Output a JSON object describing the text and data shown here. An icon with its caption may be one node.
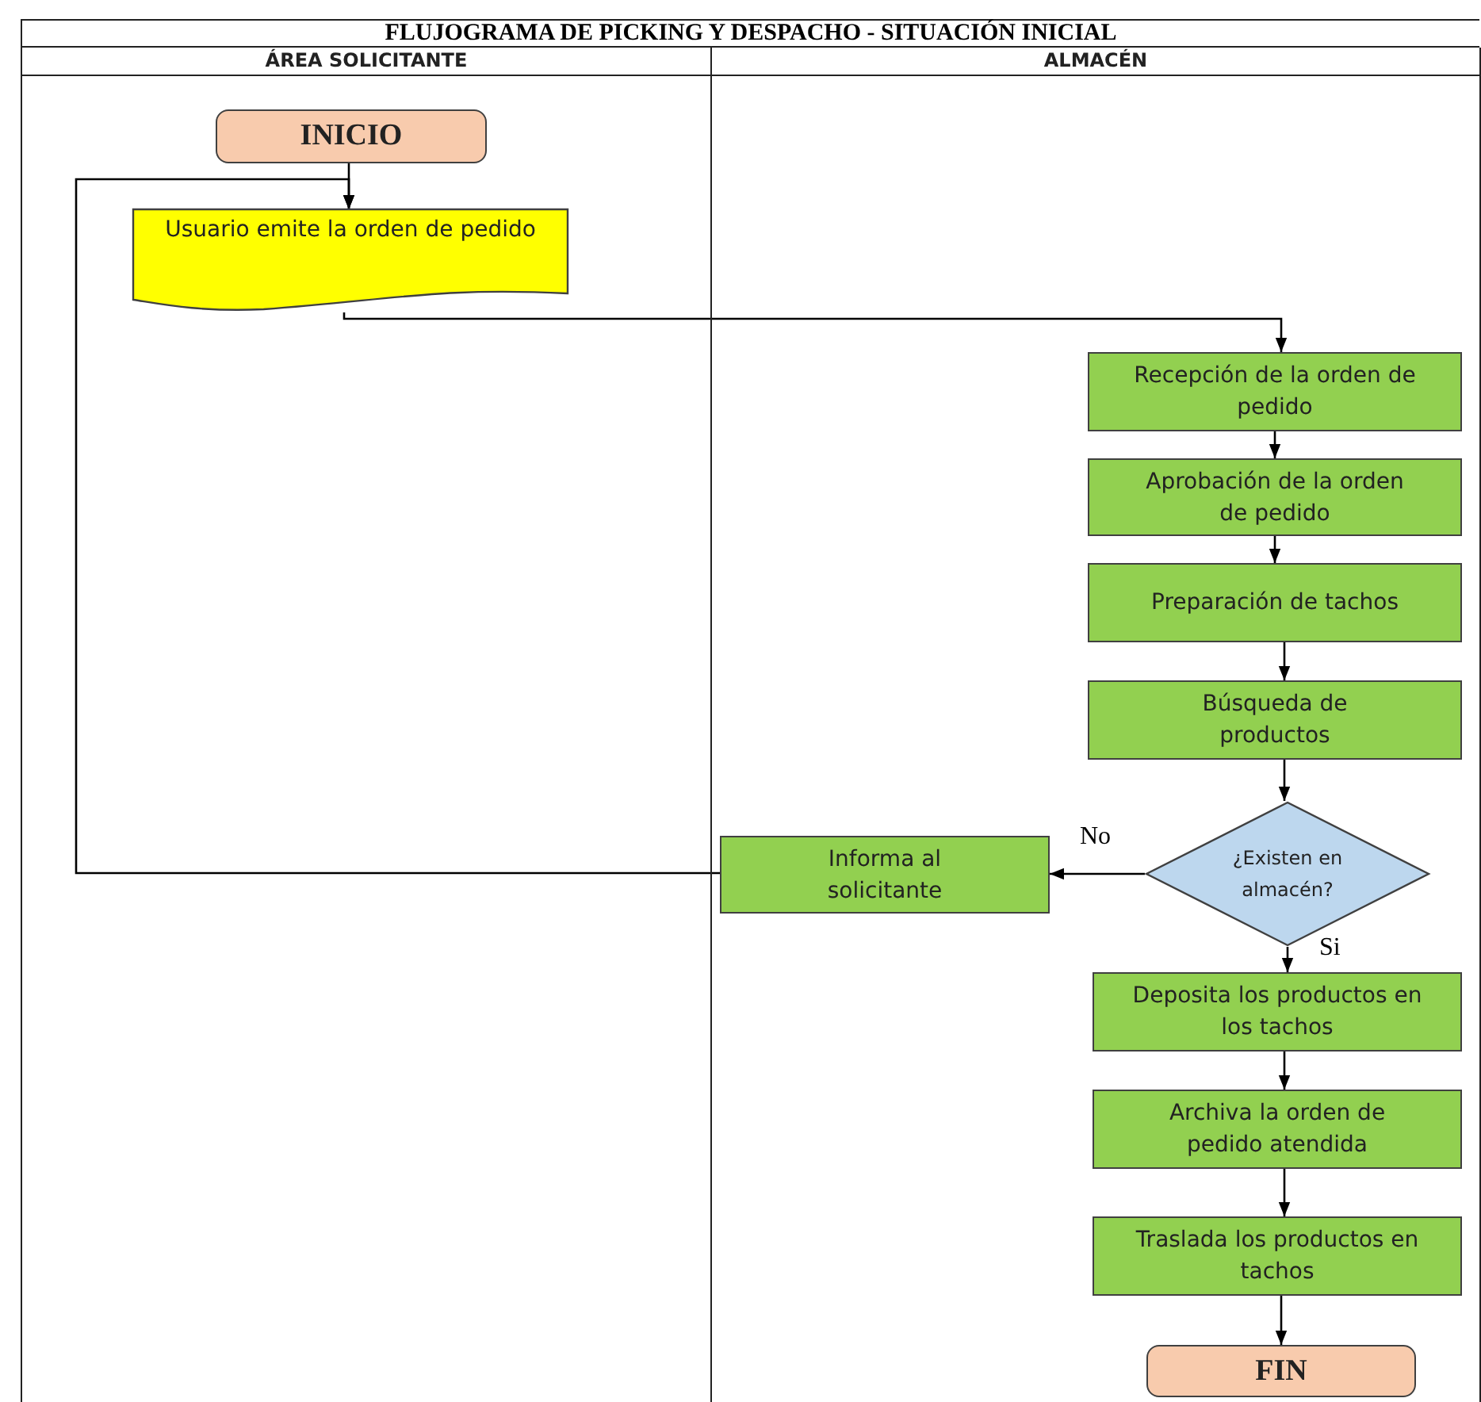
{
  "diagram": {
    "title": "FLUJOGRAMA DE PICKING Y DESPACHO - SITUACIÓN INICIAL",
    "nodes": [
      {
        "text": [
          "ÁREA SOLICITANTE"
        ]
      },
      {
        "text": [
          "ALMACÉN"
        ]
      },
      {
        "text": [
          "INICIO"
        ],
        "in": 0
      },
      {
        "text": [
          "Usuario emite la orden de pedido"
        ],
        "in": 0
      },
      {
        "text": [
          "Recepción de la orden de pedido"
        ],
        "in": 1
      },
      {
        "text": [
          "Aprobación de la orden de pedido"
        ],
        "in": 1
      },
      {
        "text": [
          "Preparación de tachos"
        ],
        "in": 1
      },
      {
        "text": [
          "Búsqueda de productos"
        ],
        "in": 1
      },
      {
        "text": [
          "¿Existen en almacén?"
        ],
        "in": 1
      },
      {
        "text": [
          "Informa al solicitante"
        ],
        "in": 1
      },
      {
        "text": [
          "Deposita los productos en los tachos"
        ],
        "in": 1
      },
      {
        "text": [
          "Archiva la orden de pedido atendida"
        ],
        "in": 1
      },
      {
        "text": [
          "Traslada los productos en tachos"
        ],
        "in": 1
      },
      {
        "text": [
          "FIN"
        ],
        "in": 1
      }
    ],
    "edges": [
      {
        "from": 2,
        "to": 3,
        "arrow": "to"
      },
      {
        "from": 3,
        "to": 4,
        "arrow": "to"
      },
      {
        "from": 4,
        "to": 5,
        "arrow": "to"
      },
      {
        "from": 5,
        "to": 6,
        "arrow": "to"
      },
      {
        "from": 6,
        "to": 7,
        "arrow": "to"
      },
      {
        "from": 7,
        "to": 8,
        "arrow": "to"
      },
      {
        "from": 8,
        "to": 9,
        "arrow": "to",
        "label": "No"
      },
      {
        "from": 9,
        "to": 3,
        "arrow": "to"
      },
      {
        "from": 8,
        "to": 10,
        "arrow": "to",
        "label": "Si"
      },
      {
        "from": 10,
        "to": 11,
        "arrow": "to"
      },
      {
        "from": 11,
        "to": 12,
        "arrow": "to"
      },
      {
        "from": 12,
        "to": 13,
        "arrow": "to"
      }
    ]
  }
}
